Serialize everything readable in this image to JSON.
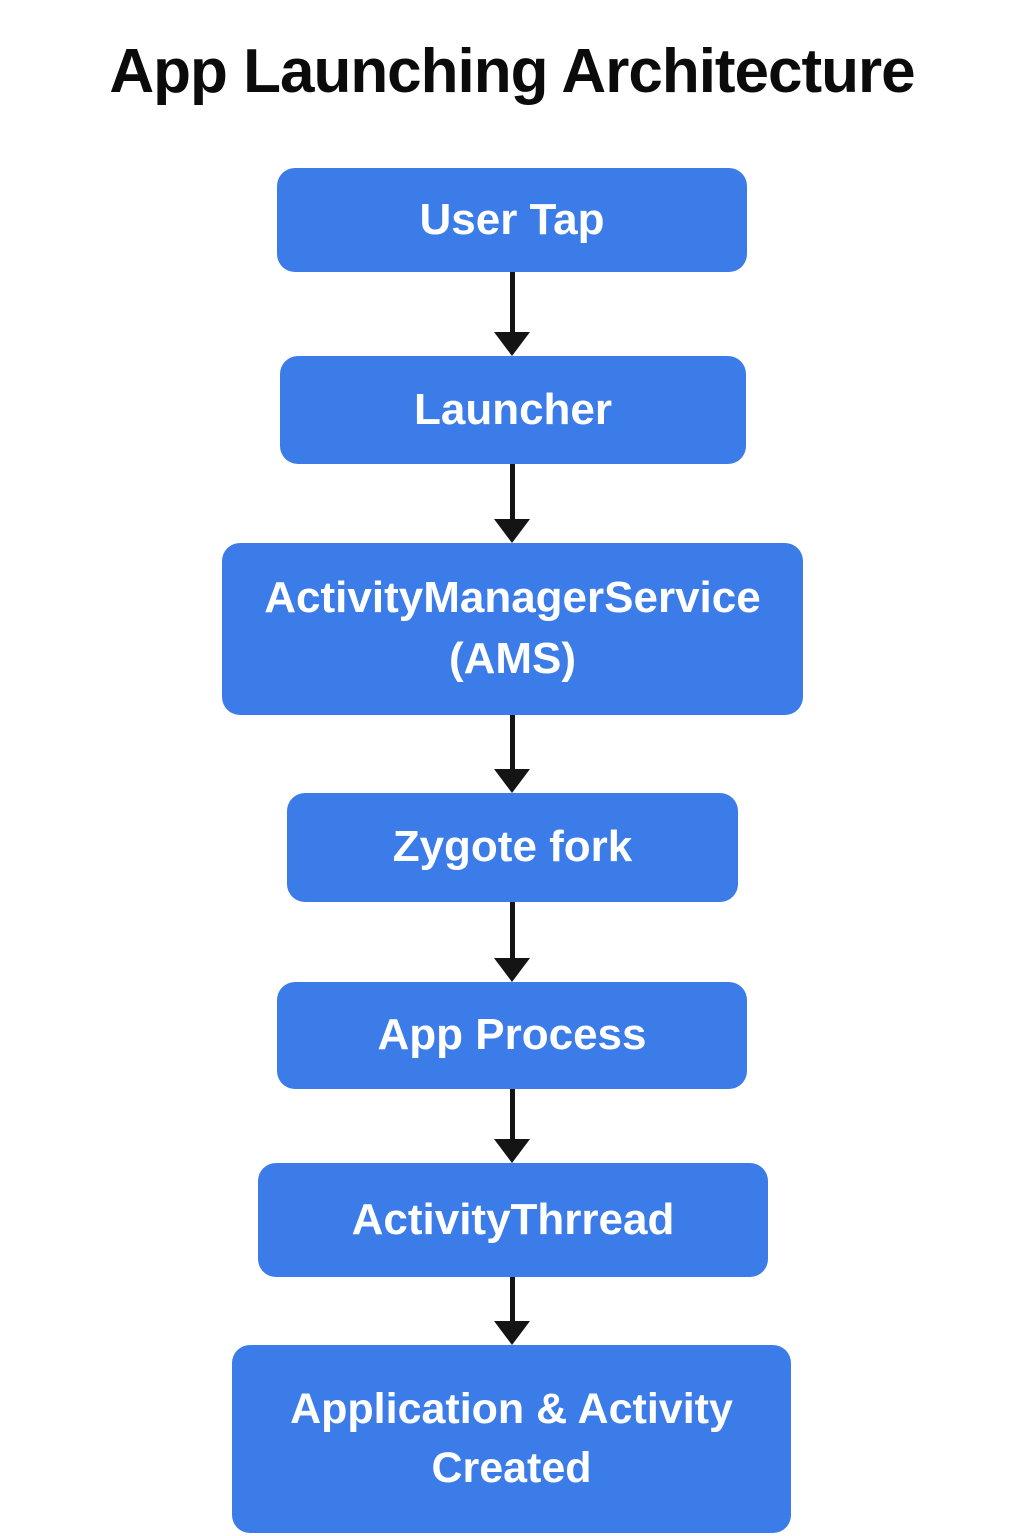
{
  "title": "App Launching Architecture",
  "colors": {
    "node_fill": "#3b7ce9",
    "node_text": "#ffffff",
    "arrow": "#141414",
    "background": "#ffffff",
    "title_text": "#0b0b0b"
  },
  "flowchart": {
    "type": "flow",
    "direction": "top-down",
    "nodes": [
      {
        "id": "user-tap",
        "label": "User Tap"
      },
      {
        "id": "launcher",
        "label": "Launcher"
      },
      {
        "id": "ams",
        "label": "ActivityManagerService (AMS)",
        "lines": [
          "ActivityManagerService",
          "(AMS)"
        ]
      },
      {
        "id": "zygote-fork",
        "label": "Zygote fork"
      },
      {
        "id": "app-process",
        "label": "App Process"
      },
      {
        "id": "activity-thread",
        "label": "ActivityThrread"
      },
      {
        "id": "application-activity-created",
        "label": "Application & Activity Created",
        "lines": [
          "Application & Activity",
          "Created"
        ]
      }
    ],
    "edges": [
      {
        "from": "user-tap",
        "to": "launcher"
      },
      {
        "from": "launcher",
        "to": "ams"
      },
      {
        "from": "ams",
        "to": "zygote-fork"
      },
      {
        "from": "zygote-fork",
        "to": "app-process"
      },
      {
        "from": "app-process",
        "to": "activity-thread"
      },
      {
        "from": "activity-thread",
        "to": "application-activity-created"
      }
    ]
  }
}
